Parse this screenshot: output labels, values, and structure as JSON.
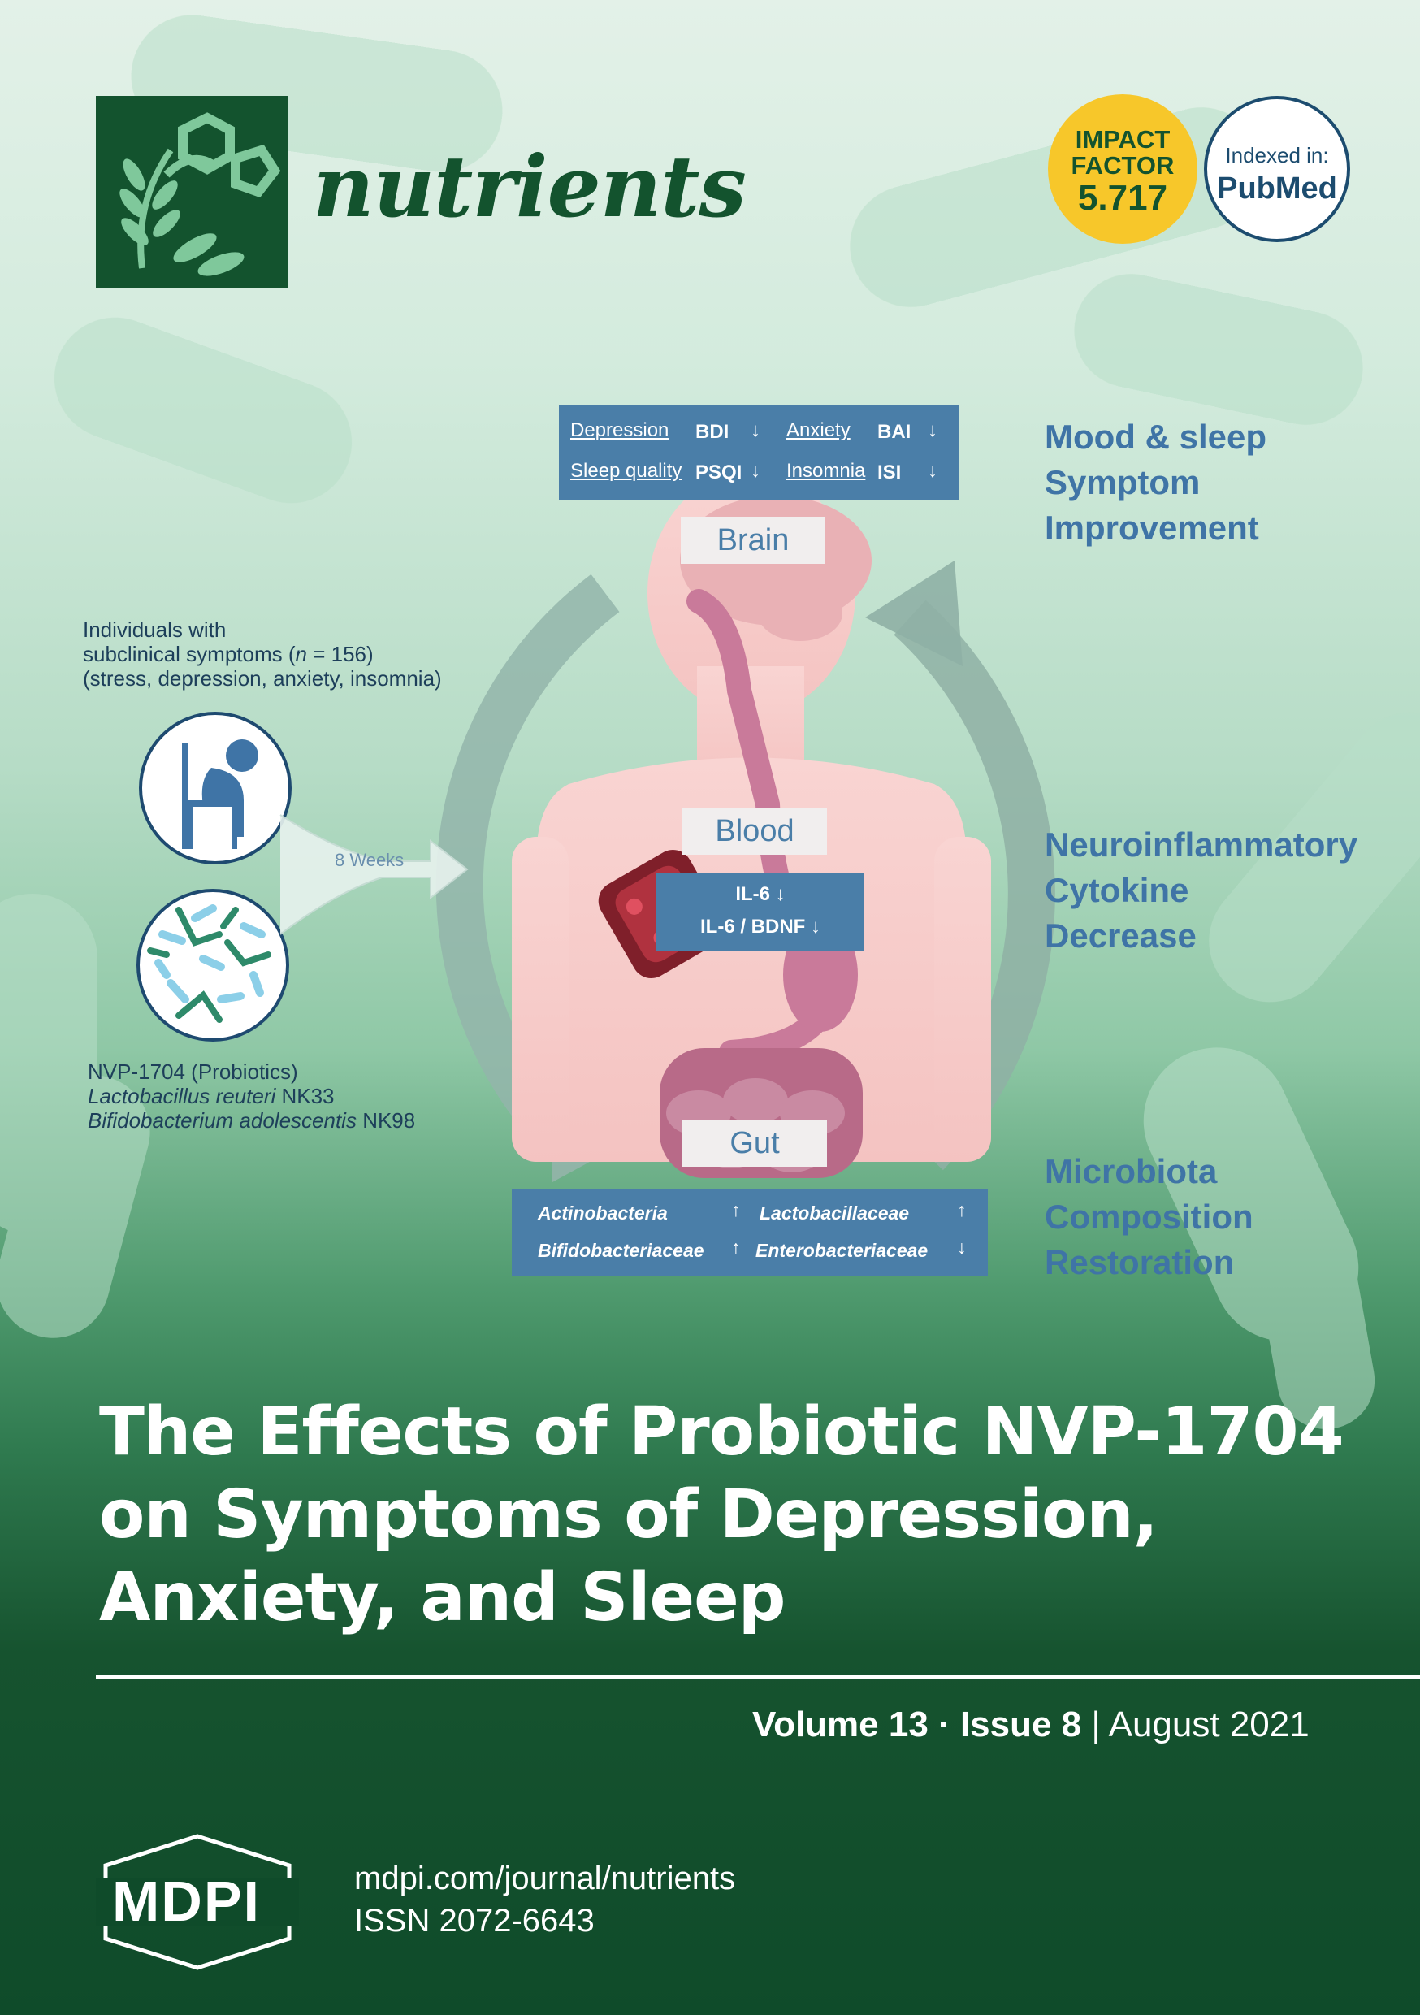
{
  "journal": {
    "name": "nutrients"
  },
  "badges": {
    "impact_line1": "IMPACT",
    "impact_line2": "FACTOR",
    "impact_value": "5.717",
    "indexed_line1": "Indexed in:",
    "indexed_line2": "PubMed"
  },
  "colors": {
    "dark_green": "#13532e",
    "gold": "#f7c72a",
    "blue_box": "#4a7ea8",
    "heading_blue": "#3f74a6"
  },
  "brain_table": {
    "depression": "Depression",
    "bdi": "BDI",
    "anxiety": "Anxiety",
    "bai": "BAI",
    "sleep_quality": "Sleep quality",
    "psqi": "PSQI",
    "insomnia": "Insomnia",
    "isi": "ISI",
    "down": "↓"
  },
  "organs": {
    "brain": "Brain",
    "blood": "Blood",
    "gut": "Gut"
  },
  "blood_table": {
    "line1": "IL-6 ↓",
    "line2": "IL-6 / BDNF ↓"
  },
  "gut_table": {
    "actinobacteria": "Actinobacteria",
    "lactobacillaceae": "Lactobacillaceae",
    "bifidobacteriaceae": "Bifidobacteriaceae",
    "enterobacteriaceae": "Enterobacteriaceae",
    "up": "↑",
    "down": "↓"
  },
  "side_headings": {
    "mood_1": "Mood & sleep",
    "mood_2": "Symptom",
    "mood_3": "Improvement",
    "neuro_1": "Neuroinflammatory",
    "neuro_2": "Cytokine",
    "neuro_3": "Decrease",
    "micro_1": "Microbiota",
    "micro_2": "Composition",
    "micro_3": "Restoration"
  },
  "study": {
    "line1": "Individuals with",
    "line2a": "subclinical symptoms (",
    "line2n": "n",
    "line2b": " = 156)",
    "line3": "(stress, depression, anxiety, insomnia)",
    "duration": "8 Weeks",
    "probiotic_1": "NVP-1704 (Probiotics)",
    "probiotic_2a": "Lactobacillus reuteri",
    "probiotic_2b": " NK33",
    "probiotic_3a": "Bifidobacterium adolescentis",
    "probiotic_3b": " NK98"
  },
  "article": {
    "title": "The Effects of Probiotic NVP-1704 on Symptoms of Depression, Anxiety, and Sleep"
  },
  "issue": {
    "volume": "Volume 13",
    "sep": " · ",
    "issue": "Issue 8",
    "bar": " | ",
    "date": "August 2021"
  },
  "publisher": {
    "name": "MDPI",
    "url": "mdpi.com/journal/nutrients",
    "issn": "ISSN 2072-6643"
  }
}
